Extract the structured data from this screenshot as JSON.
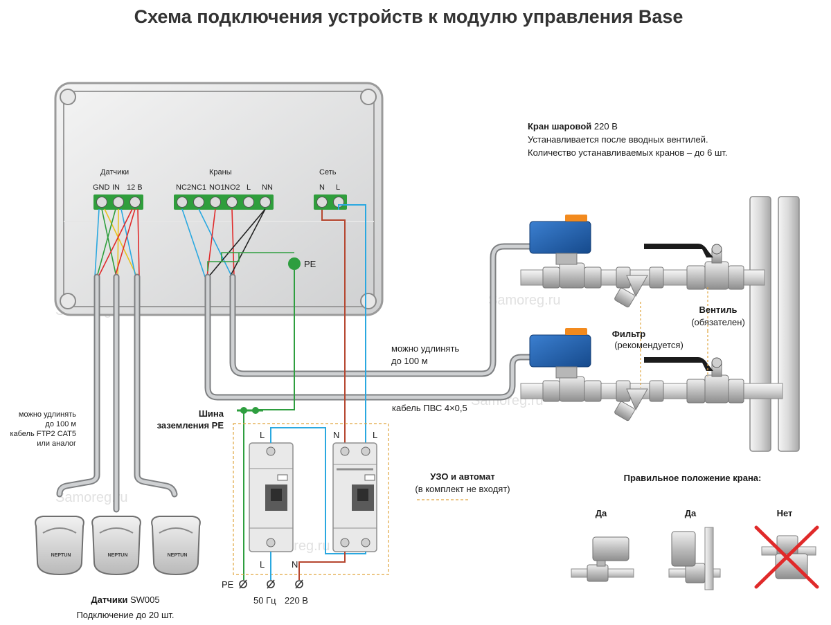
{
  "title": "Схема подключения устройств к модулю управления Base",
  "watermark": "Samoreg.ru",
  "controller": {
    "sensors_group": "Датчики",
    "sensor_terminals": [
      "GND",
      "IN",
      "12 В"
    ],
    "valves_group": "Краны",
    "valve_terminals": [
      "NC2",
      "NC1",
      "NO1",
      "NO2",
      "L",
      "NN"
    ],
    "power_group": "Сеть",
    "power_terminals": [
      "N",
      "L"
    ],
    "pe_label": "PE"
  },
  "ball_valve": {
    "title_bold": "Кран шаровой",
    "title_rest": " 220 В",
    "line1": "Устанавливается после вводных вентилей.",
    "line2": "Количество устанавливаемых кранов – до 6 шт."
  },
  "valve_label": {
    "bold": "Вентиль",
    "note": "(обязателен)"
  },
  "filter_label": {
    "bold": "Фильтр",
    "note": "(рекомендуется)"
  },
  "cable_extend": {
    "line1": "можно удлинять",
    "line2": "до 100 м"
  },
  "cable_pvs": "кабель ПВС 4×0,5",
  "sensor_cable": [
    "можно удлинять",
    "до 100 м",
    "кабель FTP2 CAT5",
    "или аналог"
  ],
  "pe_bus": {
    "line1": "Шина",
    "line2": "заземления PE"
  },
  "breaker_labels": {
    "top_left": "L",
    "top_n": "N",
    "top_l": "L",
    "bottom_l": "L",
    "bottom_n": "N"
  },
  "rcd": {
    "title": "УЗО и автомат",
    "note": "(в комплект не входят)"
  },
  "mains": {
    "pe": "PE",
    "freq": "50 Гц",
    "voltage": "220 В"
  },
  "sensors": {
    "title_bold": "Датчики",
    "model": " SW005",
    "note": "Подключение до 20 шт.",
    "brand": "NEPTUN",
    "count": 3
  },
  "orientation": {
    "title": "Правильное положение крана:",
    "options": [
      "Да",
      "Да",
      "Нет"
    ]
  },
  "colors": {
    "wire_blue": "#2aa8e0",
    "wire_brown": "#b5452e",
    "wire_green": "#2e9e3f",
    "wire_yellow": "#e8c21f",
    "wire_red": "#e02a2a",
    "terminal_green": "#2f9e3c",
    "actuator_blue": "#1e5fae",
    "actuator_orange": "#f28a1e",
    "cross_red": "#e02a2a",
    "cable_gray": "#8a8c8e"
  }
}
